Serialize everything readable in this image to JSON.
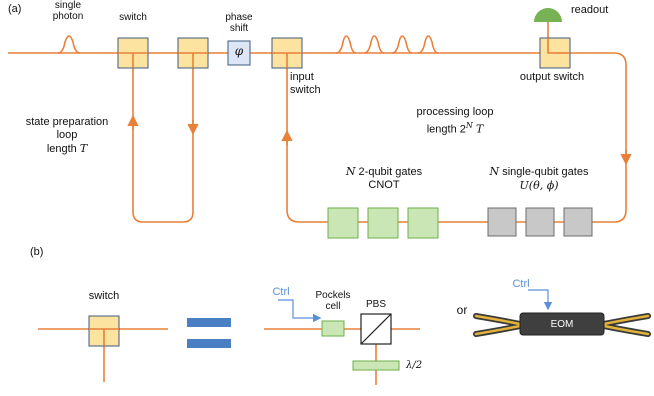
{
  "panel_a": {
    "label": "(a)",
    "single_photon": [
      "single",
      "photon"
    ],
    "switch": "switch",
    "phase_shift": [
      "phase",
      "shift"
    ],
    "phase_symbol": "φ",
    "input_switch": [
      "input",
      "switch"
    ],
    "readout": "readout",
    "output_switch": "output switch",
    "state_prep": [
      "state preparation",
      "loop",
      "length "
    ],
    "state_prep_T": "T",
    "processing": [
      "processing loop",
      "length 2"
    ],
    "processing_exp": "N",
    "processing_T": "T",
    "two_qubit_N": "N",
    "two_qubit": " 2-qubit gates",
    "cnot": "CNOT",
    "single_qubit_N": "N",
    "single_qubit": " single-qubit gates",
    "single_qubit_formula": "U(θ, ϕ)"
  },
  "panel_b": {
    "label": "(b)",
    "switch": "switch",
    "ctrl_1": "Ctrl",
    "pockels": [
      "Pockels",
      "cell"
    ],
    "pbs": "PBS",
    "half_wave": "λ/2",
    "or": "or",
    "ctrl_2": "Ctrl",
    "eom": "EOM"
  },
  "colors": {
    "beam": "#e8803a",
    "switch_fill": "#fde3a0",
    "switch_stroke": "#3d5a80",
    "phase_fill": "#dce6f7",
    "green_fill": "#c9e6b4",
    "green_stroke": "#6fae4c",
    "gray_fill": "#c8c8c8",
    "gray_stroke": "#6b6b6b",
    "detector": "#77b255",
    "ctrl": "#5a8fd6",
    "mirror": "#4a7fc4",
    "fiber_dark": "#3a3a3a",
    "fiber_gold": "#e2b23a"
  }
}
